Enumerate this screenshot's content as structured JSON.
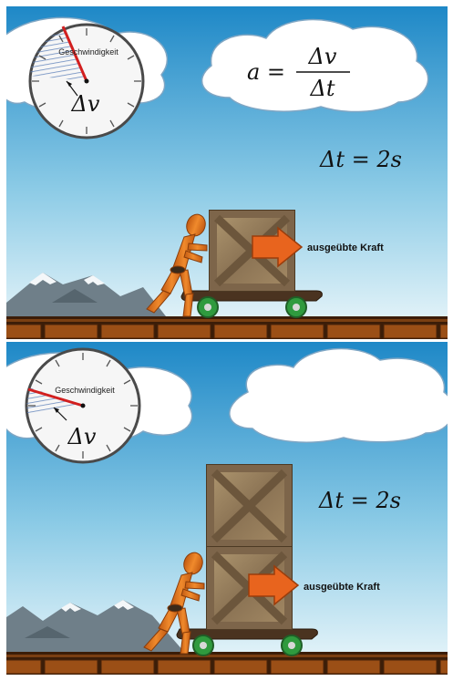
{
  "panels": [
    {
      "gauge_label": "Geschwindigkeit",
      "delta_v": "Δv",
      "formula_lhs": "a =",
      "formula_num": "Δv",
      "formula_den": "Δt",
      "time_label": "Δt = 2s",
      "force_label": "ausgeübte Kraft",
      "crate_count": 1
    },
    {
      "gauge_label": "Geschwindigkeit",
      "delta_v": "Δv",
      "time_label": "Δt = 2s",
      "force_label": "ausgeübte Kraft",
      "crate_count": 2
    }
  ],
  "colors": {
    "sky_top": "#1e88c7",
    "sky_bottom": "#eef8fb",
    "arrow": "#e8641e",
    "needle": "#d21f1f",
    "wheel": "#2f9a3e",
    "floor": "#9b4f16"
  }
}
